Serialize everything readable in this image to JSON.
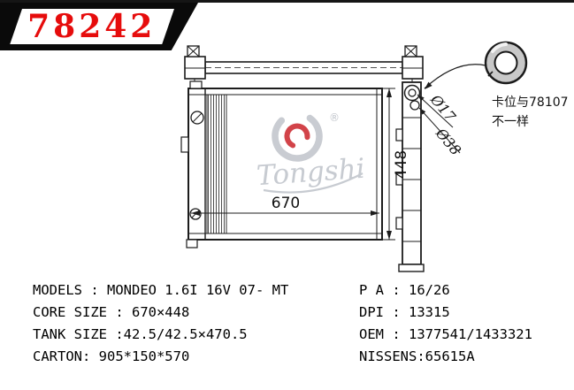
{
  "badge": {
    "part_number": "78242"
  },
  "drawing": {
    "core_width_label": "670",
    "core_height_label": "448",
    "diameter_small_label": "Ø17",
    "diameter_large_label": "Ø38",
    "note_line1": "卡位与78107",
    "note_line2": "不一样"
  },
  "watermark": {
    "brand": "Tongshi",
    "registered_mark": "®"
  },
  "specs": {
    "left_column": [
      "MODELS : MONDEO 1.6I 16V 07- MT",
      "CORE SIZE : 670×448",
      "TANK SIZE :42.5/42.5×470.5",
      "CARTON: 905*150*570"
    ],
    "right_column": [
      "P A : 16/26",
      "DPI : 13315",
      "OEM : 1377541/1433321",
      "NISSENS:65615A"
    ]
  },
  "colors": {
    "part_number_red": "#e60c0c",
    "logo_red": "#cc2a30",
    "watermark_gray": "#c2c6cc",
    "line_black": "#1c1c1c"
  }
}
